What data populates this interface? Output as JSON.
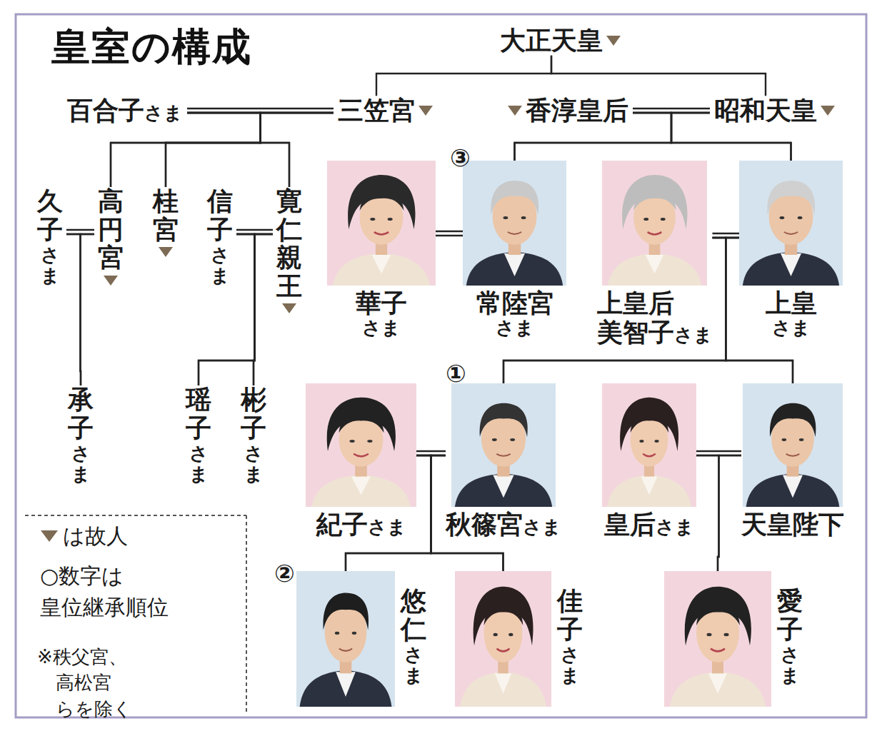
{
  "diagram": {
    "title": "皇室の構成",
    "nodes": [
      {
        "text": [
          "大正天皇"
        ]
      },
      {
        "text": [
          "百合子",
          "さま"
        ]
      },
      {
        "text": [
          "三笠宮"
        ]
      },
      {
        "text": [
          "香淳皇后"
        ]
      },
      {
        "text": [
          "昭和天皇"
        ]
      },
      {
        "text": [
          "久子",
          "さま"
        ]
      },
      {
        "text": [
          "高円宮"
        ]
      },
      {
        "text": [
          "桂宮"
        ]
      },
      {
        "text": [
          "信子",
          "さま"
        ]
      },
      {
        "text": [
          "寛仁親王"
        ]
      },
      {
        "text": [
          "華子",
          "さま"
        ]
      },
      {
        "text": [
          "常陸宮",
          "さま"
        ]
      },
      {
        "text": [
          "上皇后 美智子",
          "さま"
        ]
      },
      {
        "text": [
          "上皇",
          "さま"
        ]
      },
      {
        "text": [
          "承子",
          "さま"
        ]
      },
      {
        "text": [
          "瑶子",
          "さま"
        ]
      },
      {
        "text": [
          "彬子",
          "さま"
        ]
      },
      {
        "text": [
          "紀子",
          "さま"
        ]
      },
      {
        "text": [
          "秋篠宮",
          "さま"
        ]
      },
      {
        "text": [
          "皇后",
          "さま"
        ]
      },
      {
        "text": [
          "天皇陛下"
        ]
      },
      {
        "text": [
          "悠仁",
          "さま"
        ]
      },
      {
        "text": [
          "佳子",
          "さま"
        ]
      },
      {
        "text": [
          "愛子",
          "さま"
        ]
      }
    ],
    "edges": [
      {
        "from": 1,
        "to": 2,
        "arrow": "none"
      },
      {
        "from": 3,
        "to": 4,
        "arrow": "none"
      },
      {
        "from": 5,
        "to": 6,
        "arrow": "none"
      },
      {
        "from": 8,
        "to": 9,
        "arrow": "none"
      },
      {
        "from": 10,
        "to": 11,
        "arrow": "none"
      },
      {
        "from": 12,
        "to": 13,
        "arrow": "none"
      },
      {
        "from": 17,
        "to": 18,
        "arrow": "none"
      },
      {
        "from": 19,
        "to": 20,
        "arrow": "none"
      },
      {
        "from": 0,
        "to": 2,
        "arrow": "none"
      },
      {
        "from": 0,
        "to": 4,
        "arrow": "none"
      },
      {
        "from": 2,
        "to": 6,
        "arrow": "none"
      },
      {
        "from": 1,
        "to": 6,
        "arrow": "none"
      },
      {
        "from": 2,
        "to": 7,
        "arrow": "none"
      },
      {
        "from": 1,
        "to": 7,
        "arrow": "none"
      },
      {
        "from": 2,
        "to": 9,
        "arrow": "none"
      },
      {
        "from": 1,
        "to": 9,
        "arrow": "none"
      },
      {
        "from": 4,
        "to": 11,
        "arrow": "none"
      },
      {
        "from": 3,
        "to": 11,
        "arrow": "none"
      },
      {
        "from": 4,
        "to": 13,
        "arrow": "none"
      },
      {
        "from": 3,
        "to": 13,
        "arrow": "none"
      },
      {
        "from": 6,
        "to": 14,
        "arrow": "none"
      },
      {
        "from": 5,
        "to": 14,
        "arrow": "none"
      },
      {
        "from": 9,
        "to": 15,
        "arrow": "none"
      },
      {
        "from": 8,
        "to": 15,
        "arrow": "none"
      },
      {
        "from": 9,
        "to": 16,
        "arrow": "none"
      },
      {
        "from": 8,
        "to": 16,
        "arrow": "none"
      },
      {
        "from": 13,
        "to": 18,
        "arrow": "none"
      },
      {
        "from": 12,
        "to": 18,
        "arrow": "none"
      },
      {
        "from": 13,
        "to": 20,
        "arrow": "none"
      },
      {
        "from": 12,
        "to": 20,
        "arrow": "none"
      },
      {
        "from": 18,
        "to": 21,
        "arrow": "none"
      },
      {
        "from": 17,
        "to": 21,
        "arrow": "none"
      },
      {
        "from": 18,
        "to": 22,
        "arrow": "none"
      },
      {
        "from": 17,
        "to": 22,
        "arrow": "none"
      },
      {
        "from": 20,
        "to": 23,
        "arrow": "none"
      },
      {
        "from": 19,
        "to": 23,
        "arrow": "none"
      }
    ],
    "labels": [
      "①",
      "②",
      "③",
      "○数字は 皇位継承順位",
      "※秩父宮、高松宮 らを除く"
    ],
    "legend": [
      {
        "text": "は故人"
      }
    ]
  }
}
